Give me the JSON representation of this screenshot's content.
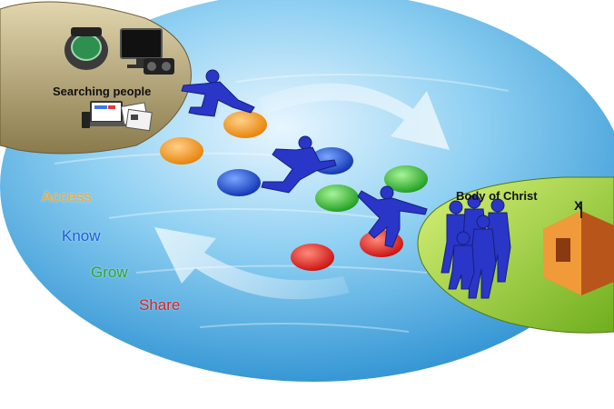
{
  "labels": {
    "searching_people": "Searching people",
    "body_of_christ": "Body of Christ",
    "cross_mark": "X"
  },
  "stages": [
    {
      "label": "Access",
      "color": "#f5a623"
    },
    {
      "label": "Know",
      "color": "#1f5fd6"
    },
    {
      "label": "Grow",
      "color": "#2fa531"
    },
    {
      "label": "Share",
      "color": "#e02020"
    }
  ],
  "colors": {
    "water": "#7ec8ee",
    "left_island": "#c9b98a",
    "right_island": "#a3d94a",
    "figures": "#2a36c8",
    "church": "#e07a20"
  }
}
